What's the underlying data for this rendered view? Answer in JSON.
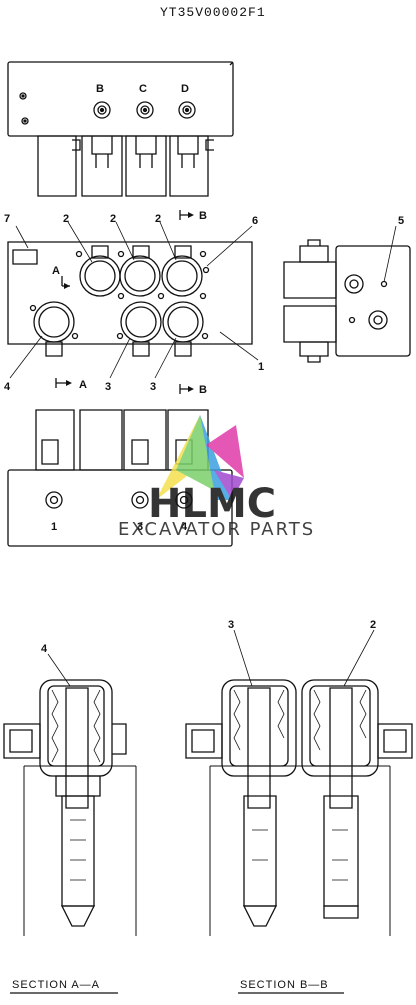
{
  "drawing_id": "YT35V00002F1",
  "top_view": {
    "labels": [
      "B",
      "C",
      "D"
    ]
  },
  "plan_view": {
    "callouts": {
      "c2a": "2",
      "c2b": "2",
      "c2c": "2",
      "c3a": "3",
      "c3b": "3",
      "c4": "4",
      "c5": "5",
      "c6": "6",
      "c7": "7",
      "c1": "1"
    },
    "section_marks": {
      "a_top": "A",
      "a_bottom": "A",
      "b_top": "B",
      "b_bottom": "B"
    }
  },
  "front_view": {
    "labels": [
      "1",
      "3",
      "4"
    ]
  },
  "sections": {
    "aa": {
      "callout": "4",
      "title": "SECTION  A—A"
    },
    "bb": {
      "callout_left": "3",
      "callout_right": "2",
      "title": "SECTION  B—B"
    }
  },
  "watermark": {
    "brand": "HLMC",
    "subtitle": "EXCAVATOR PARTS",
    "colors": {
      "yellow": "#f4e04d",
      "green": "#7ccf6a",
      "blue": "#3aa0e0",
      "purple": "#a24ad0",
      "magenta": "#e03aa8"
    }
  }
}
